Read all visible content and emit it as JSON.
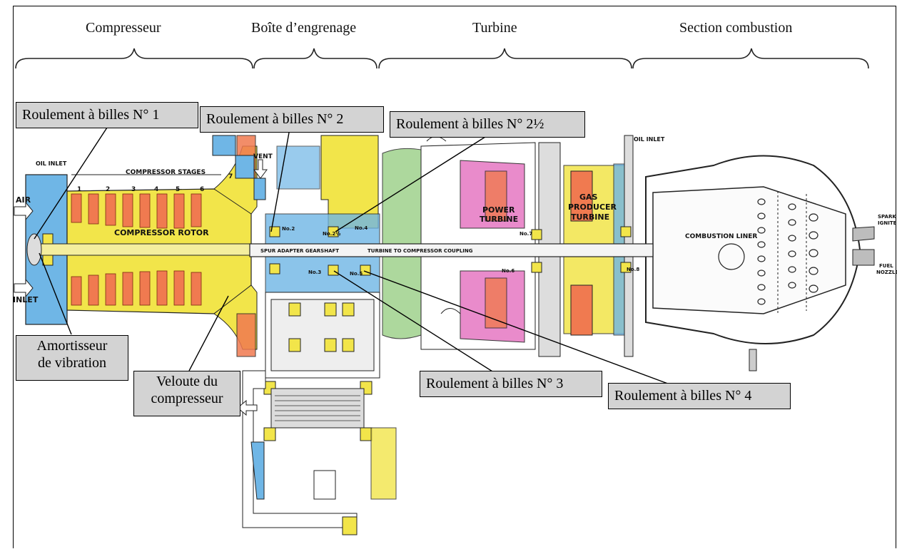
{
  "sections": {
    "compresseur": "Compresseur",
    "boite": "Boîte d’engrenage",
    "turbine": "Turbine",
    "combustion": "Section combustion"
  },
  "callouts": {
    "roulement_1": "Roulement à billes N° 1",
    "roulement_2": "Roulement à billes N° 2",
    "roulement_2_5": "Roulement à billes N° 2½",
    "roulement_3": "Roulement à billes N° 3",
    "roulement_4": "Roulement à billes N° 4",
    "amortisseur_line1": "Amortisseur",
    "amortisseur_line2": "de vibration",
    "veloute_line1": "Veloute du",
    "veloute_line2": "compresseur"
  },
  "drawing_labels": {
    "oil_inlet_left": "OIL INLET",
    "compressor_stages": "COMPRESSOR STAGES",
    "stage_numbers": [
      "1",
      "2",
      "3",
      "4",
      "5",
      "6",
      "7"
    ],
    "air": "AIR",
    "inlet": "INLET",
    "vent": "VENT",
    "compressor_rotor": "COMPRESSOR ROTOR",
    "spur_adapter": "SPUR ADAPTER GEARSHAFT",
    "turbine_coupling": "TURBINE TO COMPRESSOR COUPLING",
    "power_turbine_1": "POWER",
    "power_turbine_2": "TURBINE",
    "gas_producer_1": "GAS",
    "gas_producer_2": "PRODUCER",
    "gas_producer_3": "TURBINE",
    "oil_inlet_right": "OIL INLET",
    "combustion_liner": "COMBUSTION LINER",
    "spark_igniter_1": "SPARK",
    "spark_igniter_2": "IGNITER",
    "fuel_nozzle_1": "FUEL",
    "fuel_nozzle_2": "NOZZLE",
    "no2": "No.2",
    "no2_5": "No.2½",
    "no3": "No.3",
    "no4": "No.4",
    "no5": "No.5",
    "no6": "No.6",
    "no7": "No.7",
    "no8": "No.8"
  },
  "colors": {
    "blue": "#6fb6e6",
    "yellow": "#f2e54a",
    "orange": "#f07a50",
    "pink": "#e77fc6",
    "green": "#9fd28c",
    "grey_box": "#d3d3d3"
  }
}
